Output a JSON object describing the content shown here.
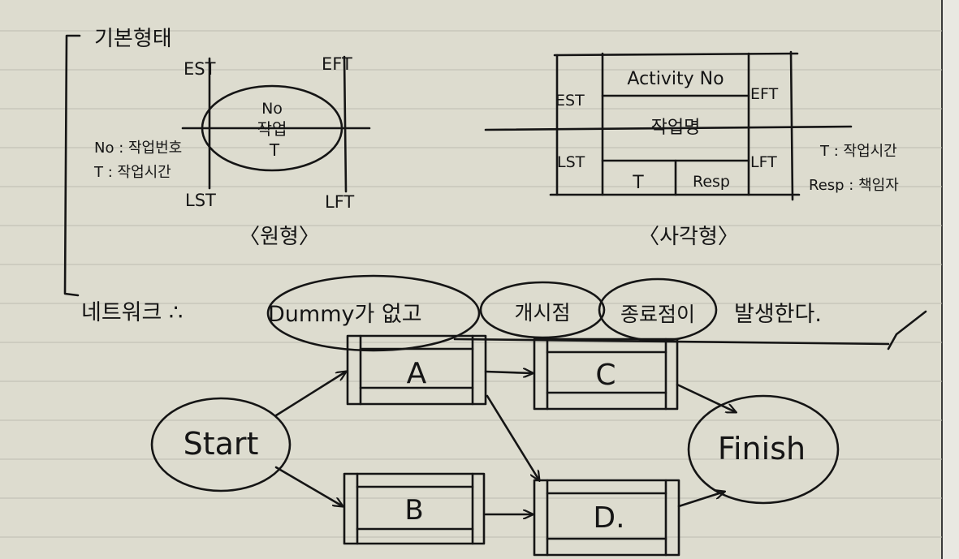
{
  "aoa": {
    "title": "기본형태",
    "est": "EST",
    "eft": "EFT",
    "lst": "LST",
    "lft": "LFT",
    "node_no": "No",
    "node_work": "작업",
    "node_t": "T",
    "legend_no": "No : 작업번호",
    "legend_t": "T : 작업시간",
    "caption": "〈원형〉"
  },
  "aon": {
    "est": "EST",
    "eft": "EFT",
    "lst": "LST",
    "lft": "LFT",
    "activity_no": "Activity No",
    "work_name": "작업명",
    "t": "T",
    "resp": "Resp",
    "legend_t": "T : 작업시간",
    "legend_resp": "Resp : 책임자",
    "caption": "〈사각형〉"
  },
  "note": {
    "prefix": "네트워크 ∴",
    "dummy": "Dummy가 없고",
    "reduce": "개시점",
    "dup": "종료점이",
    "rest": "발생한다."
  },
  "network": {
    "start": "Start",
    "finish": "Finish",
    "a": "A",
    "b": "B",
    "c": "C",
    "d": "D."
  }
}
